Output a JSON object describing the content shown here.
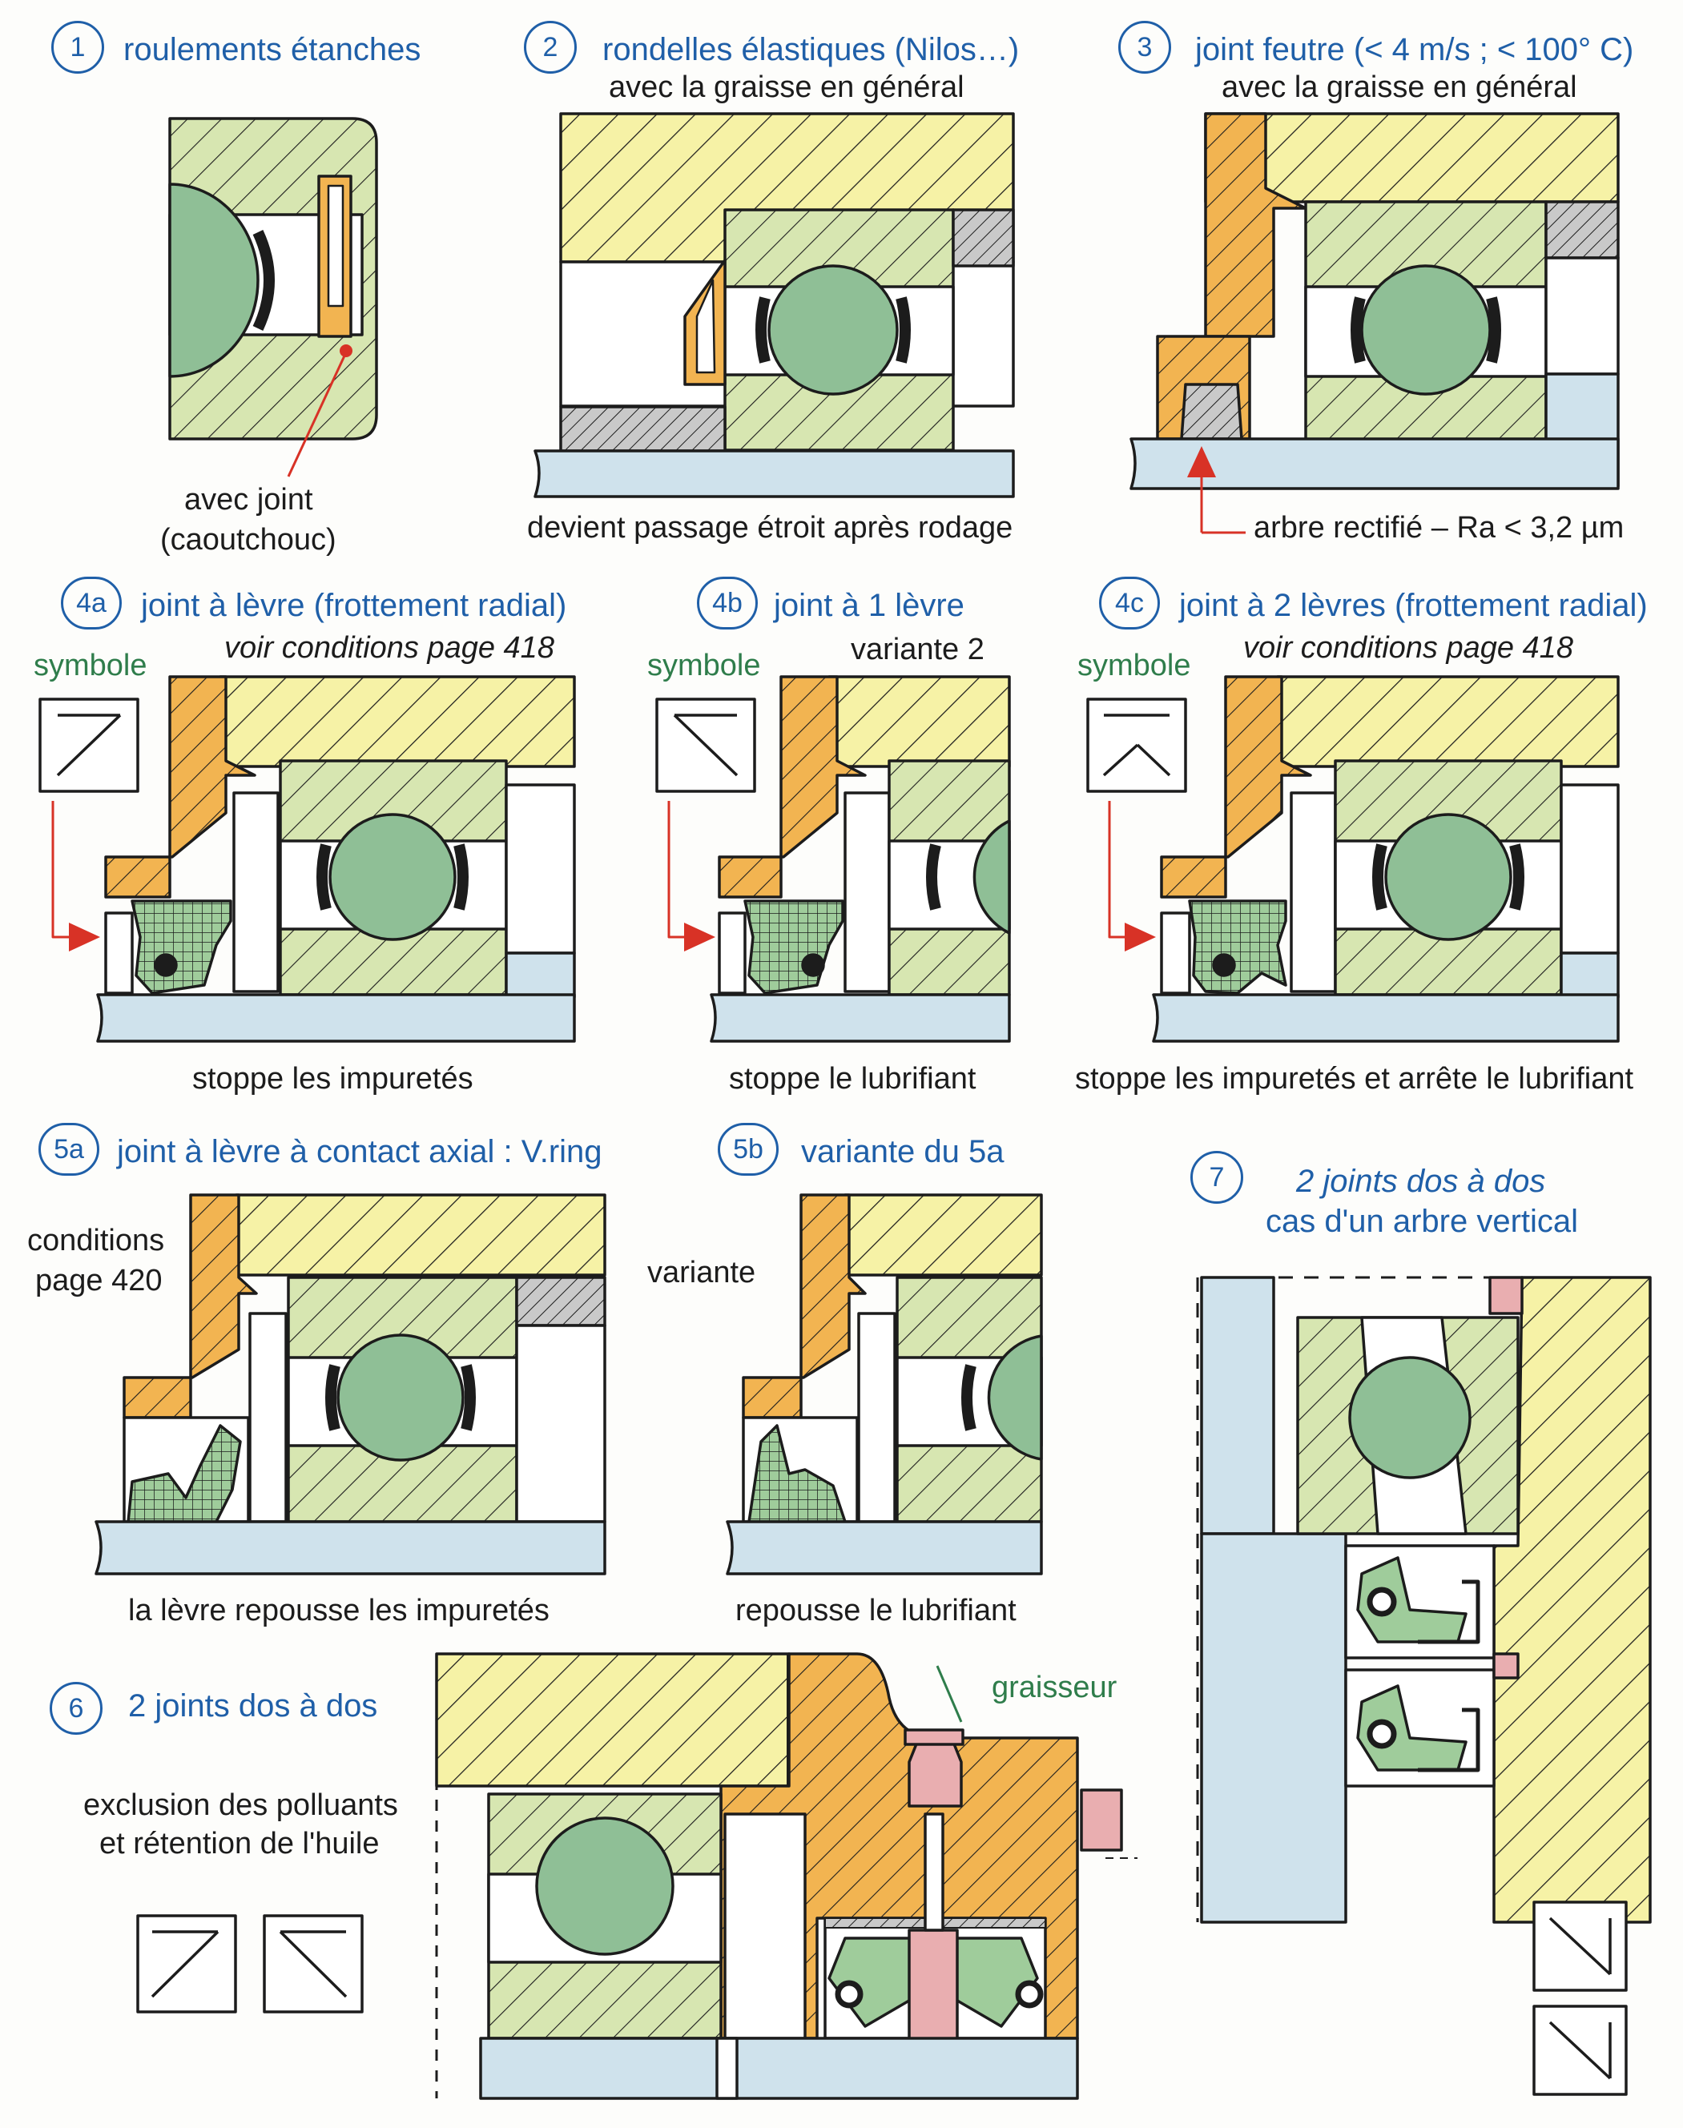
{
  "colors": {
    "housing": "#f6f2a6",
    "bearing_ring": "#d7e6b1",
    "ball": "#8fbf96",
    "cover": "#f2b451",
    "seal": "#9fcc9b",
    "shaft": "#cfe2ec",
    "spacer": "#c9c9c9",
    "outline": "#1c1c1c",
    "title_blue": "#1f5fa8",
    "symbol_green": "#2f7d4b",
    "arrow_red": "#d83226",
    "fitting_pink": "#e9aeb0"
  },
  "panels": [
    {
      "num": "1",
      "title": "roulements étanches",
      "notes": [
        "avec joint",
        "(caoutchouc)"
      ]
    },
    {
      "num": "2",
      "title": "rondelles élastiques (Nilos…)",
      "subtitle": "avec la graisse en général",
      "caption": "devient passage étroit après rodage"
    },
    {
      "num": "3",
      "title": "joint feutre (< 4 m/s ; < 100° C)",
      "subtitle": "avec la graisse en général",
      "caption": "arbre rectifié – Ra < 3,2 µm"
    },
    {
      "num": "4a",
      "title": "joint à lèvre (frottement radial)",
      "subtitle": "voir conditions page 418",
      "symbol_label": "symbole",
      "caption": "stoppe les impuretés"
    },
    {
      "num": "4b",
      "title": "joint à 1 lèvre",
      "subtitle": "variante 2",
      "symbol_label": "symbole",
      "caption": "stoppe le lubrifiant"
    },
    {
      "num": "4c",
      "title": "joint à 2 lèvres (frottement radial)",
      "subtitle": "voir conditions page 418",
      "symbol_label": "symbole",
      "caption": "stoppe les impuretés et arrête le lubrifiant"
    },
    {
      "num": "5a",
      "title": "joint à lèvre à contact axial : V.ring",
      "notes": [
        "conditions",
        "page 420"
      ],
      "caption": "la lèvre repousse les impuretés"
    },
    {
      "num": "5b",
      "title": "variante du 5a",
      "notes": [
        "variante"
      ],
      "caption": "repousse le lubrifiant"
    },
    {
      "num": "6",
      "title": "2 joints dos à dos",
      "notes": [
        "exclusion des polluants",
        "et rétention de l'huile"
      ],
      "label": "graisseur"
    },
    {
      "num": "7",
      "title": "2 joints dos à dos",
      "subtitle": "cas d'un arbre vertical"
    }
  ]
}
